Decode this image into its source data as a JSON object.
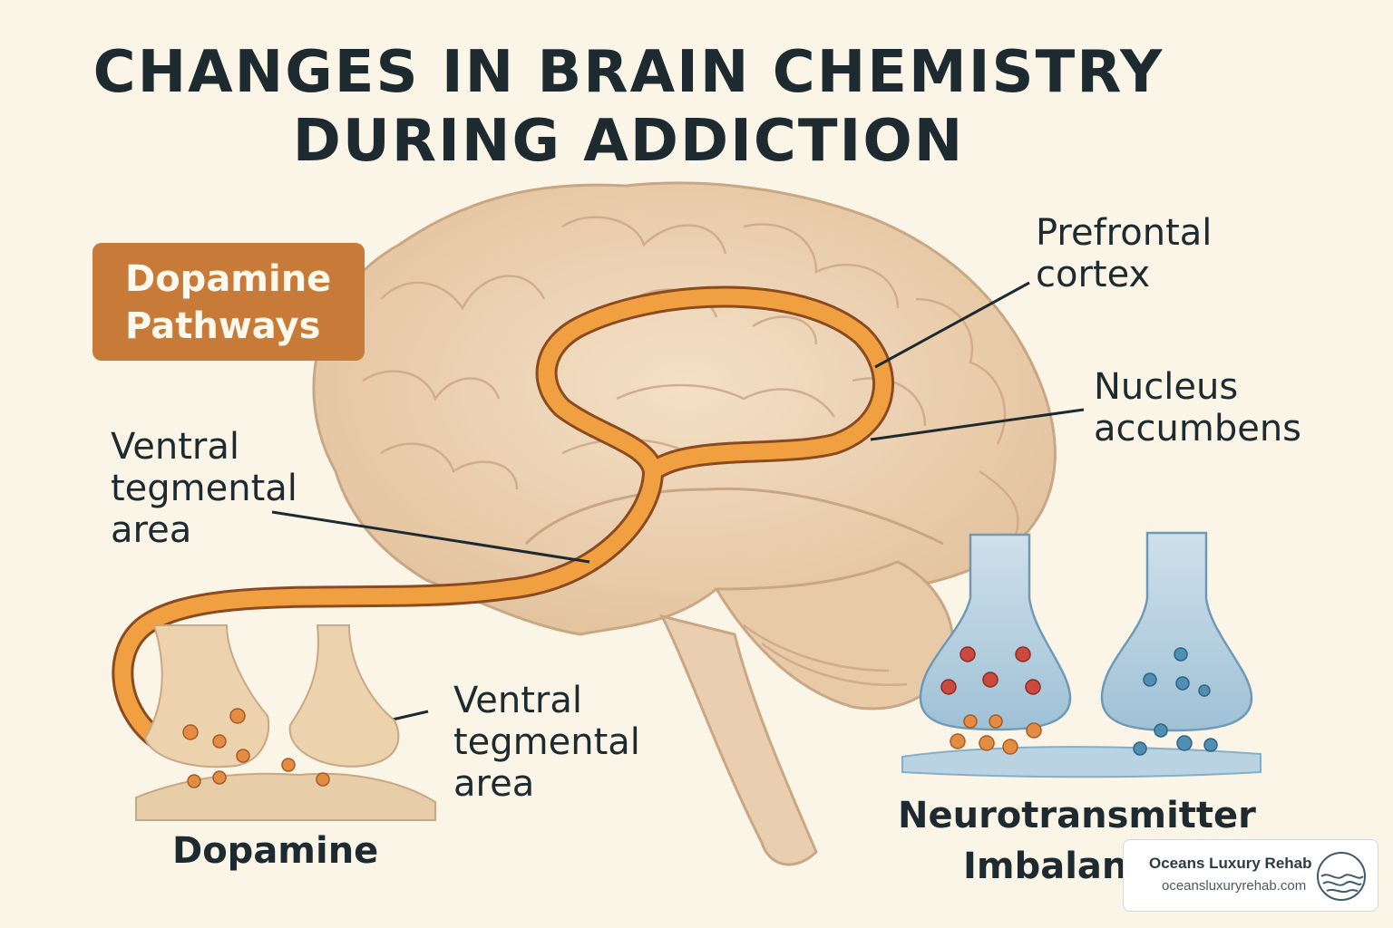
{
  "title": {
    "line1": "CHANGES IN BRAIN CHEMISTRY",
    "line2": "DURING ADDICTION"
  },
  "badge": {
    "line1": "Dopamine",
    "line2": "Pathways"
  },
  "labels": {
    "prefrontal": [
      "Prefrontal",
      "cortex"
    ],
    "nucleus": [
      "Nucleus",
      "accumbens"
    ],
    "vta_upper": [
      "Ventral",
      "tegmental",
      "area"
    ],
    "vta_lower": [
      "Ventral",
      "tegmental",
      "area"
    ],
    "dopamine": "Dopamine",
    "neuro": [
      "Neurotransmitter",
      "Imbalance"
    ]
  },
  "logo": {
    "name": "Oceans Luxury Rehab",
    "url": "oceansluxuryrehab.com"
  },
  "colors": {
    "background": "#fbf5e8",
    "brain": "#efd6b8",
    "pathway": "#f0a040",
    "badge": "#c87a38",
    "neuron_blue": "#b9d3e2",
    "dot_red": "#cc4a3d",
    "dot_blue": "#4f8fb4",
    "dot_orange": "#e58c43"
  }
}
